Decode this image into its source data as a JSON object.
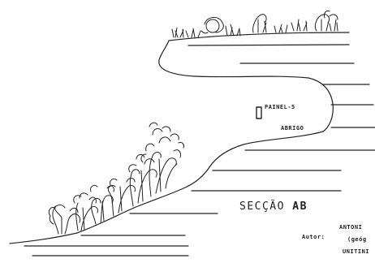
{
  "figure": {
    "labels": {
      "panel": "PAINEL-5",
      "shelter": "ABRIGO",
      "section_prefix": "SECÇÃO",
      "section_id": "AB"
    },
    "credits": {
      "author_label": "Autor:",
      "lines": [
        "ANTONI",
        "(geóg",
        "UNITINI"
      ]
    },
    "ink_color": "#222222",
    "paper_color": "#ffffff"
  }
}
